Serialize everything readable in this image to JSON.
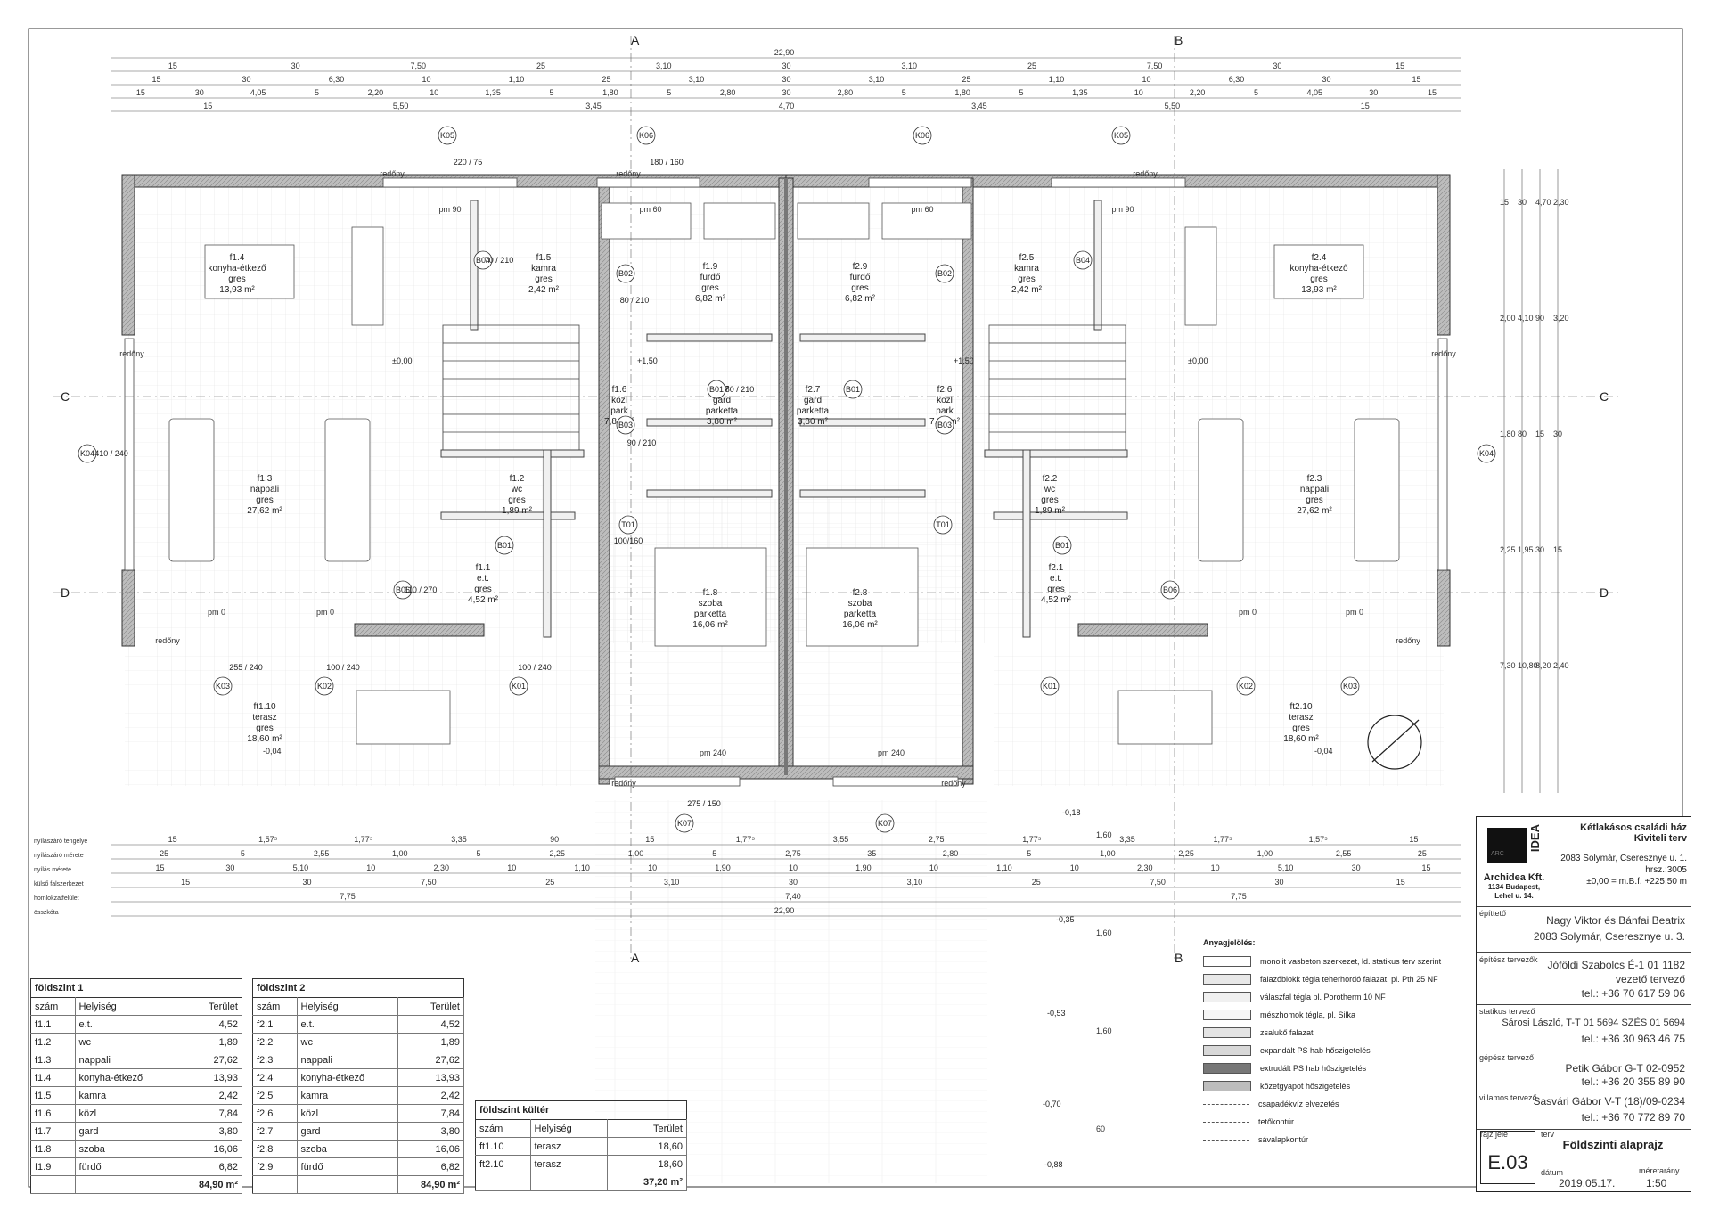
{
  "drawing": {
    "rooms": [
      {
        "id": "f1.4",
        "name": "konyha-étkező",
        "floor": "gres",
        "area": "13,93 m²"
      },
      {
        "id": "f1.5",
        "name": "kamra",
        "floor": "gres",
        "area": "2,42 m²"
      },
      {
        "id": "f1.9",
        "name": "fürdő",
        "floor": "gres",
        "area": "6,82 m²"
      },
      {
        "id": "f2.9",
        "name": "fürdő",
        "floor": "gres",
        "area": "6,82 m²"
      },
      {
        "id": "f2.5",
        "name": "kamra",
        "floor": "gres",
        "area": "2,42 m²"
      },
      {
        "id": "f2.4",
        "name": "konyha-étkező",
        "floor": "gres",
        "area": "13,93 m²"
      },
      {
        "id": "f1.6",
        "name": "közl",
        "floor": "park",
        "area": "7,84 m²"
      },
      {
        "id": "f1.7",
        "name": "gard",
        "floor": "parketta",
        "area": "3,80 m²"
      },
      {
        "id": "f2.7",
        "name": "gard",
        "floor": "parketta",
        "area": "3,80 m²"
      },
      {
        "id": "f2.6",
        "name": "közl",
        "floor": "park",
        "area": "7,84 m²"
      },
      {
        "id": "f1.3",
        "name": "nappali",
        "floor": "gres",
        "area": "27,62 m²"
      },
      {
        "id": "f2.3",
        "name": "nappali",
        "floor": "gres",
        "area": "27,62 m²"
      },
      {
        "id": "f1.2",
        "name": "wc",
        "floor": "gres",
        "area": "1,89 m²"
      },
      {
        "id": "f2.2",
        "name": "wc",
        "floor": "gres",
        "area": "1,89 m²"
      },
      {
        "id": "f1.1",
        "name": "e.t.",
        "floor": "gres",
        "area": "4,52 m²"
      },
      {
        "id": "f2.1",
        "name": "e.t.",
        "floor": "gres",
        "area": "4,52 m²"
      },
      {
        "id": "f1.8",
        "name": "szoba",
        "floor": "parketta",
        "area": "16,06 m²"
      },
      {
        "id": "f2.8",
        "name": "szoba",
        "floor": "parketta",
        "area": "16,06 m²"
      },
      {
        "id": "ft1.10",
        "name": "terasz",
        "floor": "gres",
        "area": "18,60 m²"
      },
      {
        "id": "ft2.10",
        "name": "terasz",
        "floor": "gres",
        "area": "18,60 m²"
      }
    ],
    "tags": [
      "K05",
      "K06",
      "K06",
      "K05",
      "K04",
      "K04",
      "K03",
      "K02",
      "K01",
      "K01",
      "K02",
      "K03",
      "K07",
      "K07",
      "B04",
      "B04",
      "B02",
      "B02",
      "B01",
      "B01",
      "B03",
      "B03",
      "B01",
      "B01",
      "B06",
      "B06",
      "T01",
      "T01"
    ],
    "tag_texts": {
      "k05_dims": "220 / 75",
      "k06_dims": "180 / 160",
      "k04_dims": "410 / 240",
      "k03_dims": "255 / 240",
      "k02_dims": "100 / 240",
      "k01_dims": "100 / 240",
      "k07_dims": "275 / 150",
      "b04_dims": "70 / 210",
      "b02_dims": "80 / 210",
      "b01_dims": "80 / 210",
      "b03_dims": "90 / 210",
      "b06_dims": "110 / 270",
      "t01_dims": "100/160"
    },
    "levels": [
      "±0,00",
      "±0,00",
      "+1,50",
      "+1,50",
      "-0,04",
      "-0,04",
      "-0,18",
      "-0,35",
      "-0,53",
      "-0,70",
      "-0,88"
    ],
    "misc": {
      "pm90": "pm 90",
      "pm60": "pm 60",
      "pm0": "pm 0",
      "pm240": "pm 240",
      "redony": "redőny"
    },
    "section_marks": [
      "A",
      "B",
      "C",
      "D"
    ],
    "dims_top": {
      "overall": "22,90",
      "row2": [
        "15",
        "30",
        "7,50",
        "25",
        "3,10",
        "30",
        "3,10",
        "25",
        "7,50",
        "30",
        "15"
      ],
      "row3": [
        "15",
        "30",
        "6,30",
        "10",
        "1,10",
        "25",
        "3,10",
        "30",
        "3,10",
        "25",
        "1,10",
        "10",
        "6,30",
        "30",
        "15"
      ],
      "row4": [
        "15",
        "30",
        "4,05",
        "5",
        "2,20",
        "10",
        "1,35",
        "5",
        "1,80",
        "5",
        "2,80",
        "30",
        "2,80",
        "5",
        "1,80",
        "5",
        "1,35",
        "10",
        "2,20",
        "5",
        "4,05",
        "30",
        "15"
      ],
      "row5": [
        "15",
        "5,50",
        "3,45",
        "4,70",
        "3,45",
        "5,50",
        "15"
      ]
    },
    "dims_right": [
      "15",
      "30",
      "4,70",
      "2,30",
      "2,00",
      "4,10",
      "90",
      "3,20",
      "1,80",
      "80",
      "15",
      "30",
      "2,25",
      "1,95",
      "30",
      "15",
      "7,30",
      "10,80",
      "8,20",
      "2,40"
    ],
    "dims_bottom_labels": [
      "nyílászáró tengelye",
      "nyílászáró mérete",
      "nyílás mérete",
      "külső falszerkezet",
      "homlokzatfelület",
      "összkóta"
    ],
    "dims_bottom": {
      "r1": [
        "15",
        "1,57⁵",
        "1,77⁵",
        "3,35",
        "90",
        "15",
        "1,77⁵",
        "3,55",
        "2,75",
        "1,77⁵",
        "3,35",
        "1,77⁵",
        "1,57⁵",
        "15"
      ],
      "r2": [
        "25",
        "5",
        "2,55",
        "1,00",
        "5",
        "2,25",
        "1,00",
        "5",
        "2,75",
        "35",
        "2,80",
        "5",
        "1,00",
        "2,25",
        "1,00",
        "2,55",
        "25"
      ],
      "r3": [
        "15",
        "30",
        "5,10",
        "10",
        "2,30",
        "10",
        "1,10",
        "10",
        "1,90",
        "10",
        "1,90",
        "10",
        "1,10",
        "10",
        "2,30",
        "10",
        "5,10",
        "30",
        "15"
      ],
      "r4": [
        "15",
        "30",
        "7,50",
        "25",
        "3,10",
        "30",
        "3,10",
        "25",
        "7,50",
        "30",
        "15"
      ],
      "r5": [
        "7,75",
        "7,40",
        "7,75"
      ],
      "r6": "22,90",
      "vert": [
        "1,60",
        "1,60",
        "1,60",
        "60"
      ]
    }
  },
  "table1": {
    "title": "földszint 1",
    "headers": [
      "szám",
      "Helyiség",
      "Terület"
    ],
    "rows": [
      [
        "f1.1",
        "e.t.",
        "4,52"
      ],
      [
        "f1.2",
        "wc",
        "1,89"
      ],
      [
        "f1.3",
        "nappali",
        "27,62"
      ],
      [
        "f1.4",
        "konyha-étkező",
        "13,93"
      ],
      [
        "f1.5",
        "kamra",
        "2,42"
      ],
      [
        "f1.6",
        "közl",
        "7,84"
      ],
      [
        "f1.7",
        "gard",
        "3,80"
      ],
      [
        "f1.8",
        "szoba",
        "16,06"
      ],
      [
        "f1.9",
        "fürdő",
        "6,82"
      ]
    ],
    "total": "84,90 m²"
  },
  "table2": {
    "title": "földszint 2",
    "headers": [
      "szám",
      "Helyiség",
      "Terület"
    ],
    "rows": [
      [
        "f2.1",
        "e.t.",
        "4,52"
      ],
      [
        "f2.2",
        "wc",
        "1,89"
      ],
      [
        "f2.3",
        "nappali",
        "27,62"
      ],
      [
        "f2.4",
        "konyha-étkező",
        "13,93"
      ],
      [
        "f2.5",
        "kamra",
        "2,42"
      ],
      [
        "f2.6",
        "közl",
        "7,84"
      ],
      [
        "f2.7",
        "gard",
        "3,80"
      ],
      [
        "f2.8",
        "szoba",
        "16,06"
      ],
      [
        "f2.9",
        "fürdő",
        "6,82"
      ]
    ],
    "total": "84,90 m²"
  },
  "table3": {
    "title": "földszint kültér",
    "headers": [
      "szám",
      "Helyiség",
      "Terület"
    ],
    "rows": [
      [
        "ft1.10",
        "terasz",
        "18,60"
      ],
      [
        "ft2.10",
        "terasz",
        "18,60"
      ]
    ],
    "total": "37,20 m²"
  },
  "legend": {
    "title": "Anyagjelölés:",
    "items": [
      {
        "label": "monolit vasbeton szerkezet, ld. statikus terv szerint",
        "color": "#ffffff"
      },
      {
        "label": "falazóblokk tégla teherhordó falazat, pl. Pth 25 NF",
        "color": "#e8e8e8"
      },
      {
        "label": "válaszfal tégla pl. Porotherm 10 NF",
        "color": "#f0f0f0"
      },
      {
        "label": "mészhomok tégla, pl. Silka",
        "color": "#f5f5f5"
      },
      {
        "label": "zsalukő falazat",
        "color": "#e4e4e4"
      },
      {
        "label": "expandált PS hab hőszigetelés",
        "color": "#d8d8d8"
      },
      {
        "label": "extrudált PS hab hőszigetelés",
        "color": "#777777"
      },
      {
        "label": "kőzetgyapot hőszigetelés",
        "color": "#bdbdbd"
      },
      {
        "label": "csapadékvíz elvezetés",
        "color": "#ffffff"
      },
      {
        "label": "tetőkontúr",
        "color": "#ffffff"
      },
      {
        "label": "sávalapkontúr",
        "color": "#ffffff"
      }
    ]
  },
  "titleblock": {
    "logo": "IDEA",
    "logo_small": "ARC",
    "firm": "Archidea Kft.",
    "address1": "1134 Budapest,",
    "address2": "Lehel u. 14.",
    "project_title": "Kétlakásos családi ház",
    "project_sub": "Kiviteli terv",
    "project_addr": "2083 Solymár, Cseresznye u. 1.",
    "hrsz": "hrsz.:3005",
    "level": "±0,00 = m.B.f. +225,50 m",
    "investor_label": "építtető",
    "investor_name": "Nagy Viktor és Bánfai Beatrix",
    "investor_addr": "2083 Solymár, Cseresznye u. 3.",
    "arch_label": "építész tervezők",
    "arch_name": "Jóföldi Szabolcs É-1 01 1182",
    "arch_role": "vezető tervező",
    "arch_tel": "tel.: +36 70 617 59 06",
    "stat_label": "statikus tervező",
    "stat_name": "Sárosi László, T-T 01 5694 SZÉS 01 5694",
    "stat_tel": "tel.: +36 30 963 46 75",
    "mech_label": "gépész tervező",
    "mech_name": "Petik Gábor G-T 02-0952",
    "mech_tel": "tel.: +36 20 355 89 90",
    "elec_label": "villamos tervező",
    "elec_name": "Sasvári Gábor V-T (18)/09-0234",
    "elec_tel": "tel.: +36 70 772 89 70",
    "id_label": "rajz jele",
    "plan_label": "terv",
    "drawing_id": "E.03",
    "drawing_name": "Földszinti alaprajz",
    "date_label": "dátum",
    "date": "2019.05.17.",
    "scale_label": "méretarány",
    "scale": "1:50"
  }
}
